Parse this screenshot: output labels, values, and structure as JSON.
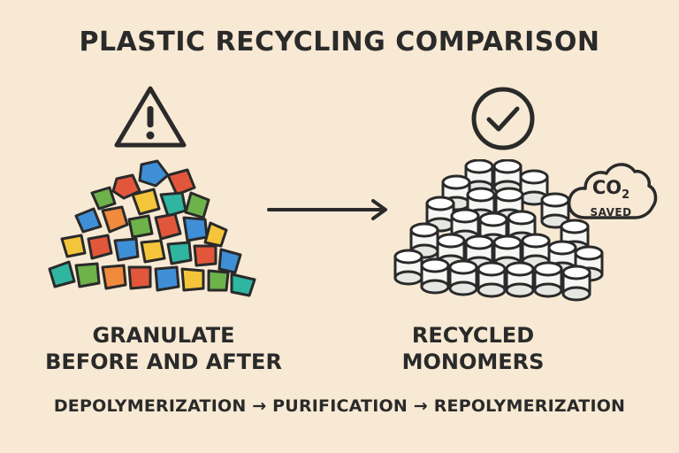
{
  "title": "PLASTIC RECYCLING COMPARISON",
  "left": {
    "icon": "warning-icon",
    "label_line1": "GRANULATE",
    "label_line2": "BEFORE AND AFTER"
  },
  "right": {
    "icon": "checkmark-icon",
    "label_line1": "RECYCLED",
    "label_line2": "MONOMERS"
  },
  "badge": {
    "icon": "cloud-icon",
    "co2_main": "CO",
    "co2_sub": "2",
    "saved": "SAVED"
  },
  "process": "DEPOLYMERIZATION → PURIFICATION → REPOLYMERIZATION",
  "colors": {
    "background": "#f7e9d3",
    "outline": "#2a2a2a",
    "fragments": [
      "#e2573b",
      "#3f8fd6",
      "#f4c53a",
      "#6db24a",
      "#2fb5a0",
      "#f08a3c"
    ]
  }
}
